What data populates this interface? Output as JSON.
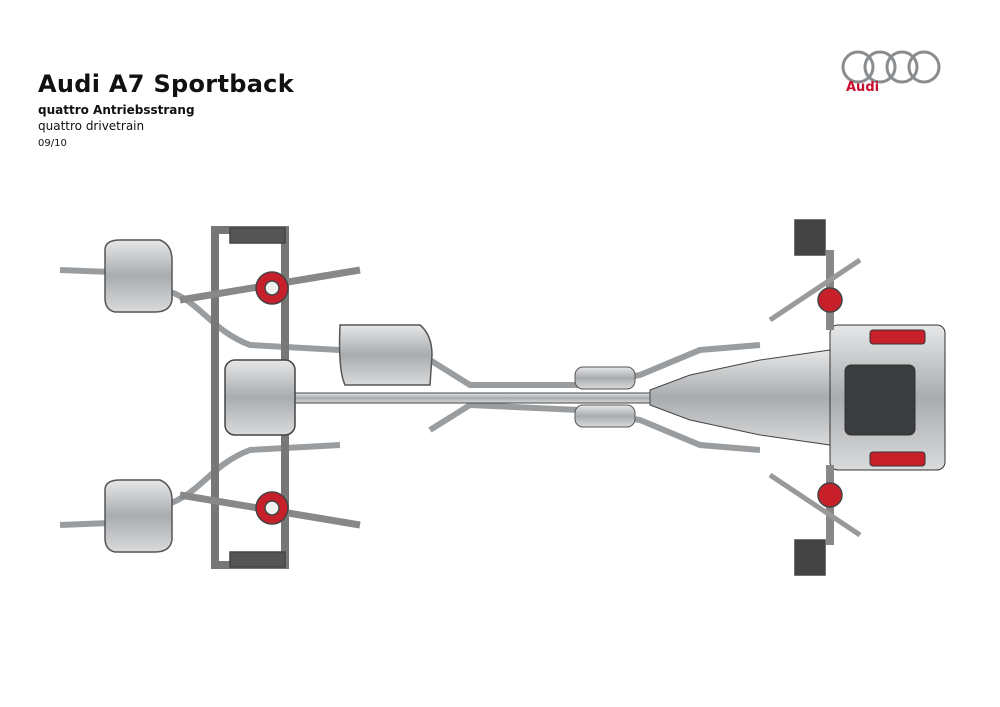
{
  "header": {
    "title": "Audi A7 Sportback",
    "subtitle_de": "quattro Antriebsstrang",
    "subtitle_en": "quattro drivetrain",
    "date": "09/10"
  },
  "logo": {
    "brand_text": "Audi",
    "brand_color": "#c8102e",
    "ring_color": "#8a8d90"
  },
  "illustration": {
    "accent_color": "#c8202a",
    "metal_color": "#b9bcbf"
  }
}
